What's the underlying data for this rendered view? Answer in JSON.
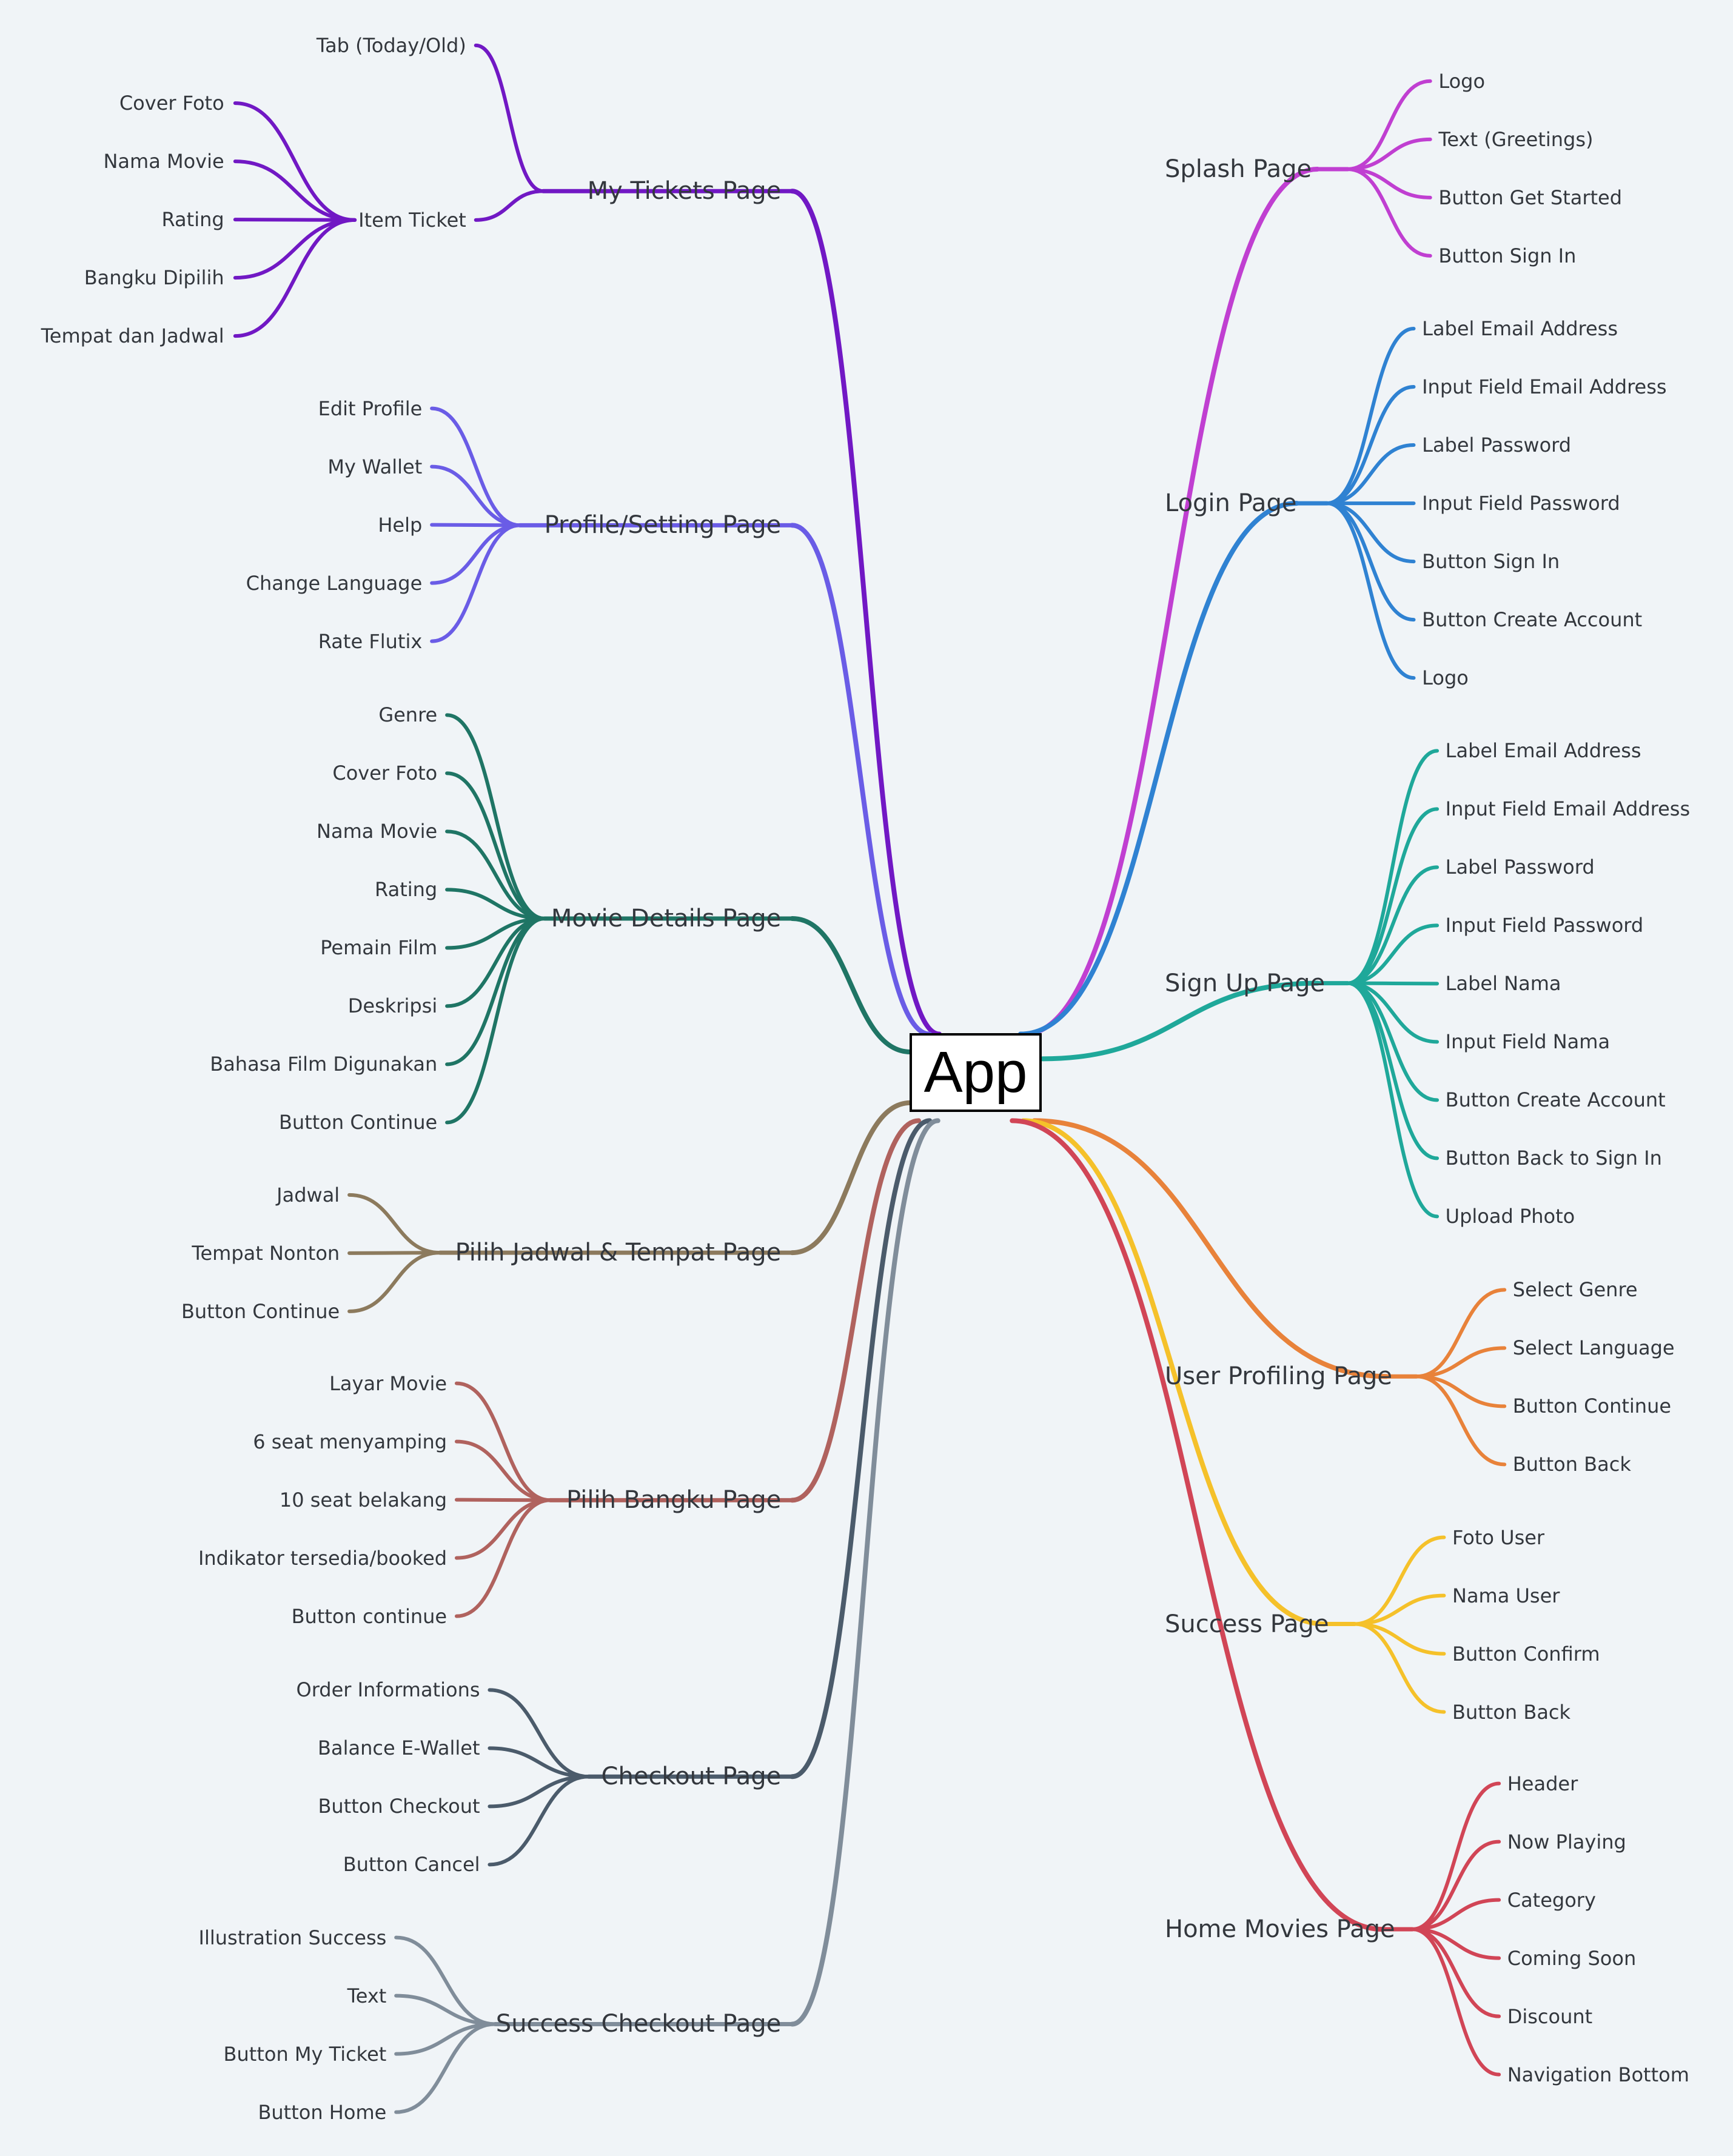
{
  "root": {
    "label": "App"
  },
  "branches": [
    {
      "label": "Splash Page",
      "color": "#c03fd1",
      "children": [
        "Logo",
        "Text (Greetings)",
        "Button Get Started",
        "Button Sign In"
      ]
    },
    {
      "label": "Login Page",
      "color": "#2f82d2",
      "children": [
        "Label Email Address",
        "Input Field Email Address",
        "Label Password",
        "Input Field Password",
        "Button Sign In",
        "Button Create Account",
        "Logo"
      ]
    },
    {
      "label": "Sign Up Page",
      "color": "#1fa89a",
      "children": [
        "Label Email Address",
        "Input Field Email Address",
        "Label Password",
        "Input Field Password",
        "Label Nama",
        "Input Field Nama",
        "Button Create Account",
        "Button Back to Sign In",
        "Upload Photo"
      ]
    },
    {
      "label": "User Profiling Page",
      "color": "#e8823a",
      "children": [
        "Select Genre",
        "Select Language",
        "Button Continue",
        "Button Back"
      ]
    },
    {
      "label": "Success Page",
      "color": "#f5c12a",
      "children": [
        "Foto User",
        "Nama User",
        "Button Confirm",
        "Button Back"
      ]
    },
    {
      "label": "Home Movies Page",
      "color": "#d14556",
      "children": [
        "Header",
        "Now Playing",
        "Category",
        "Coming Soon",
        "Discount",
        "Navigation Bottom"
      ]
    },
    {
      "label": "My Tickets Page",
      "color": "#7118c4",
      "children": [
        "Tab (Today/Old)",
        {
          "label": "Item Ticket",
          "children": [
            "Cover Foto",
            "Nama Movie",
            "Rating",
            "Bangku Dipilih",
            "Tempat dan Jadwal"
          ]
        }
      ]
    },
    {
      "label": "Profile/Setting Page",
      "color": "#6a5ce6",
      "children": [
        "Edit Profile",
        "My Wallet",
        "Help",
        "Change Language",
        "Rate Flutix"
      ]
    },
    {
      "label": "Movie Details Page",
      "color": "#1f7565",
      "children": [
        "Genre",
        "Cover Foto",
        "Nama Movie",
        "Rating",
        "Pemain Film",
        "Deskripsi",
        "Bahasa Film Digunakan",
        "Button Continue"
      ]
    },
    {
      "label": "Pilih Jadwal & Tempat Page",
      "color": "#8c7a5d",
      "children": [
        "Jadwal",
        "Tempat Nonton",
        "Button Continue"
      ]
    },
    {
      "label": "Pilih Bangku Page",
      "color": "#b0625e",
      "children": [
        "Layar Movie",
        "6 seat menyamping",
        "10 seat belakang",
        "Indikator tersedia/booked",
        "Button continue"
      ]
    },
    {
      "label": "Checkout Page",
      "color": "#4b5b6b",
      "children": [
        "Order Informations",
        "Balance E-Wallet",
        "Button Checkout",
        "Button Cancel"
      ]
    },
    {
      "label": "Success Checkout Page",
      "color": "#808d9a",
      "children": [
        "Illustration Success",
        "Text",
        "Button My Ticket",
        "Button Home"
      ]
    }
  ]
}
